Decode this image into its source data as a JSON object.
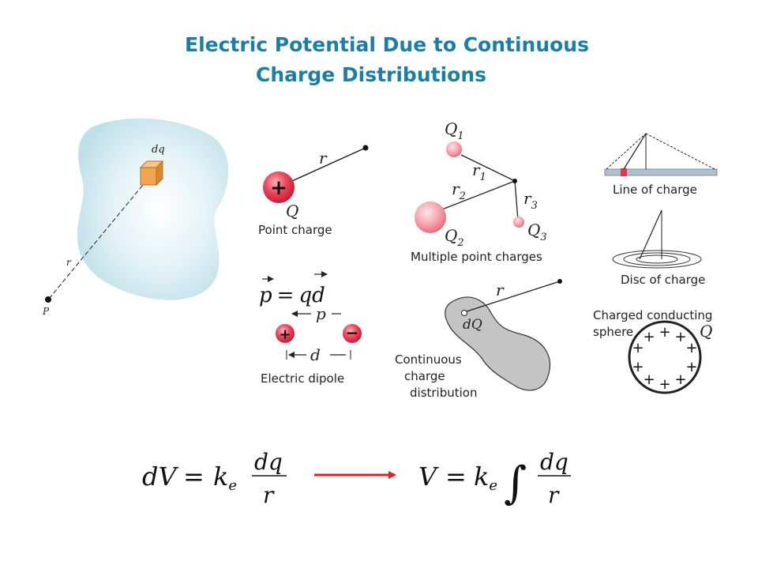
{
  "title": {
    "line1": "Electric Potential Due to Continuous",
    "line2": "Charge Distributions"
  },
  "blob": {
    "dq": "dq",
    "r": "r",
    "p": "P"
  },
  "point_charge": {
    "sign": "+",
    "r": "r",
    "q": "Q",
    "caption": "Point charge"
  },
  "multiple_charges": {
    "q1": "Q",
    "q1_sub": "1",
    "q2": "Q",
    "q2_sub": "2",
    "q3": "Q",
    "q3_sub": "3",
    "r1": "r",
    "r1_sub": "1",
    "r2": "r",
    "r2_sub": "2",
    "r3": "r",
    "r3_sub": "3",
    "caption": "Multiple point charges"
  },
  "line_charge": {
    "caption": "Line of charge"
  },
  "disc_charge": {
    "caption": "Disc of charge"
  },
  "dipole": {
    "eq_p": "p",
    "eq_eq": "=",
    "eq_q": "q",
    "eq_d": "d",
    "p_label": "p",
    "plus": "+",
    "minus": "−",
    "d_label": "d",
    "caption": "Electric dipole"
  },
  "continuous": {
    "r": "r",
    "dq": "dQ",
    "caption1": "Continuous",
    "caption2": "charge",
    "caption3": "distribution"
  },
  "sphere": {
    "caption1": "Charged conducting",
    "caption2": "sphere",
    "q": "Q",
    "plus": "+"
  },
  "equations": {
    "left": {
      "dv": "dV",
      "eq": "=",
      "k": "k",
      "sub": "e",
      "num": "dq",
      "den": "r"
    },
    "right": {
      "v": "V",
      "eq": "=",
      "k": "k",
      "sub": "e",
      "integral": "∫",
      "num": "dq",
      "den": "r"
    }
  },
  "colors": {
    "title": "#1a7fa6",
    "arrow": "#e02020",
    "blob": "#cfe8ef",
    "charge": "#e8344a",
    "box": "#f0a64a"
  }
}
